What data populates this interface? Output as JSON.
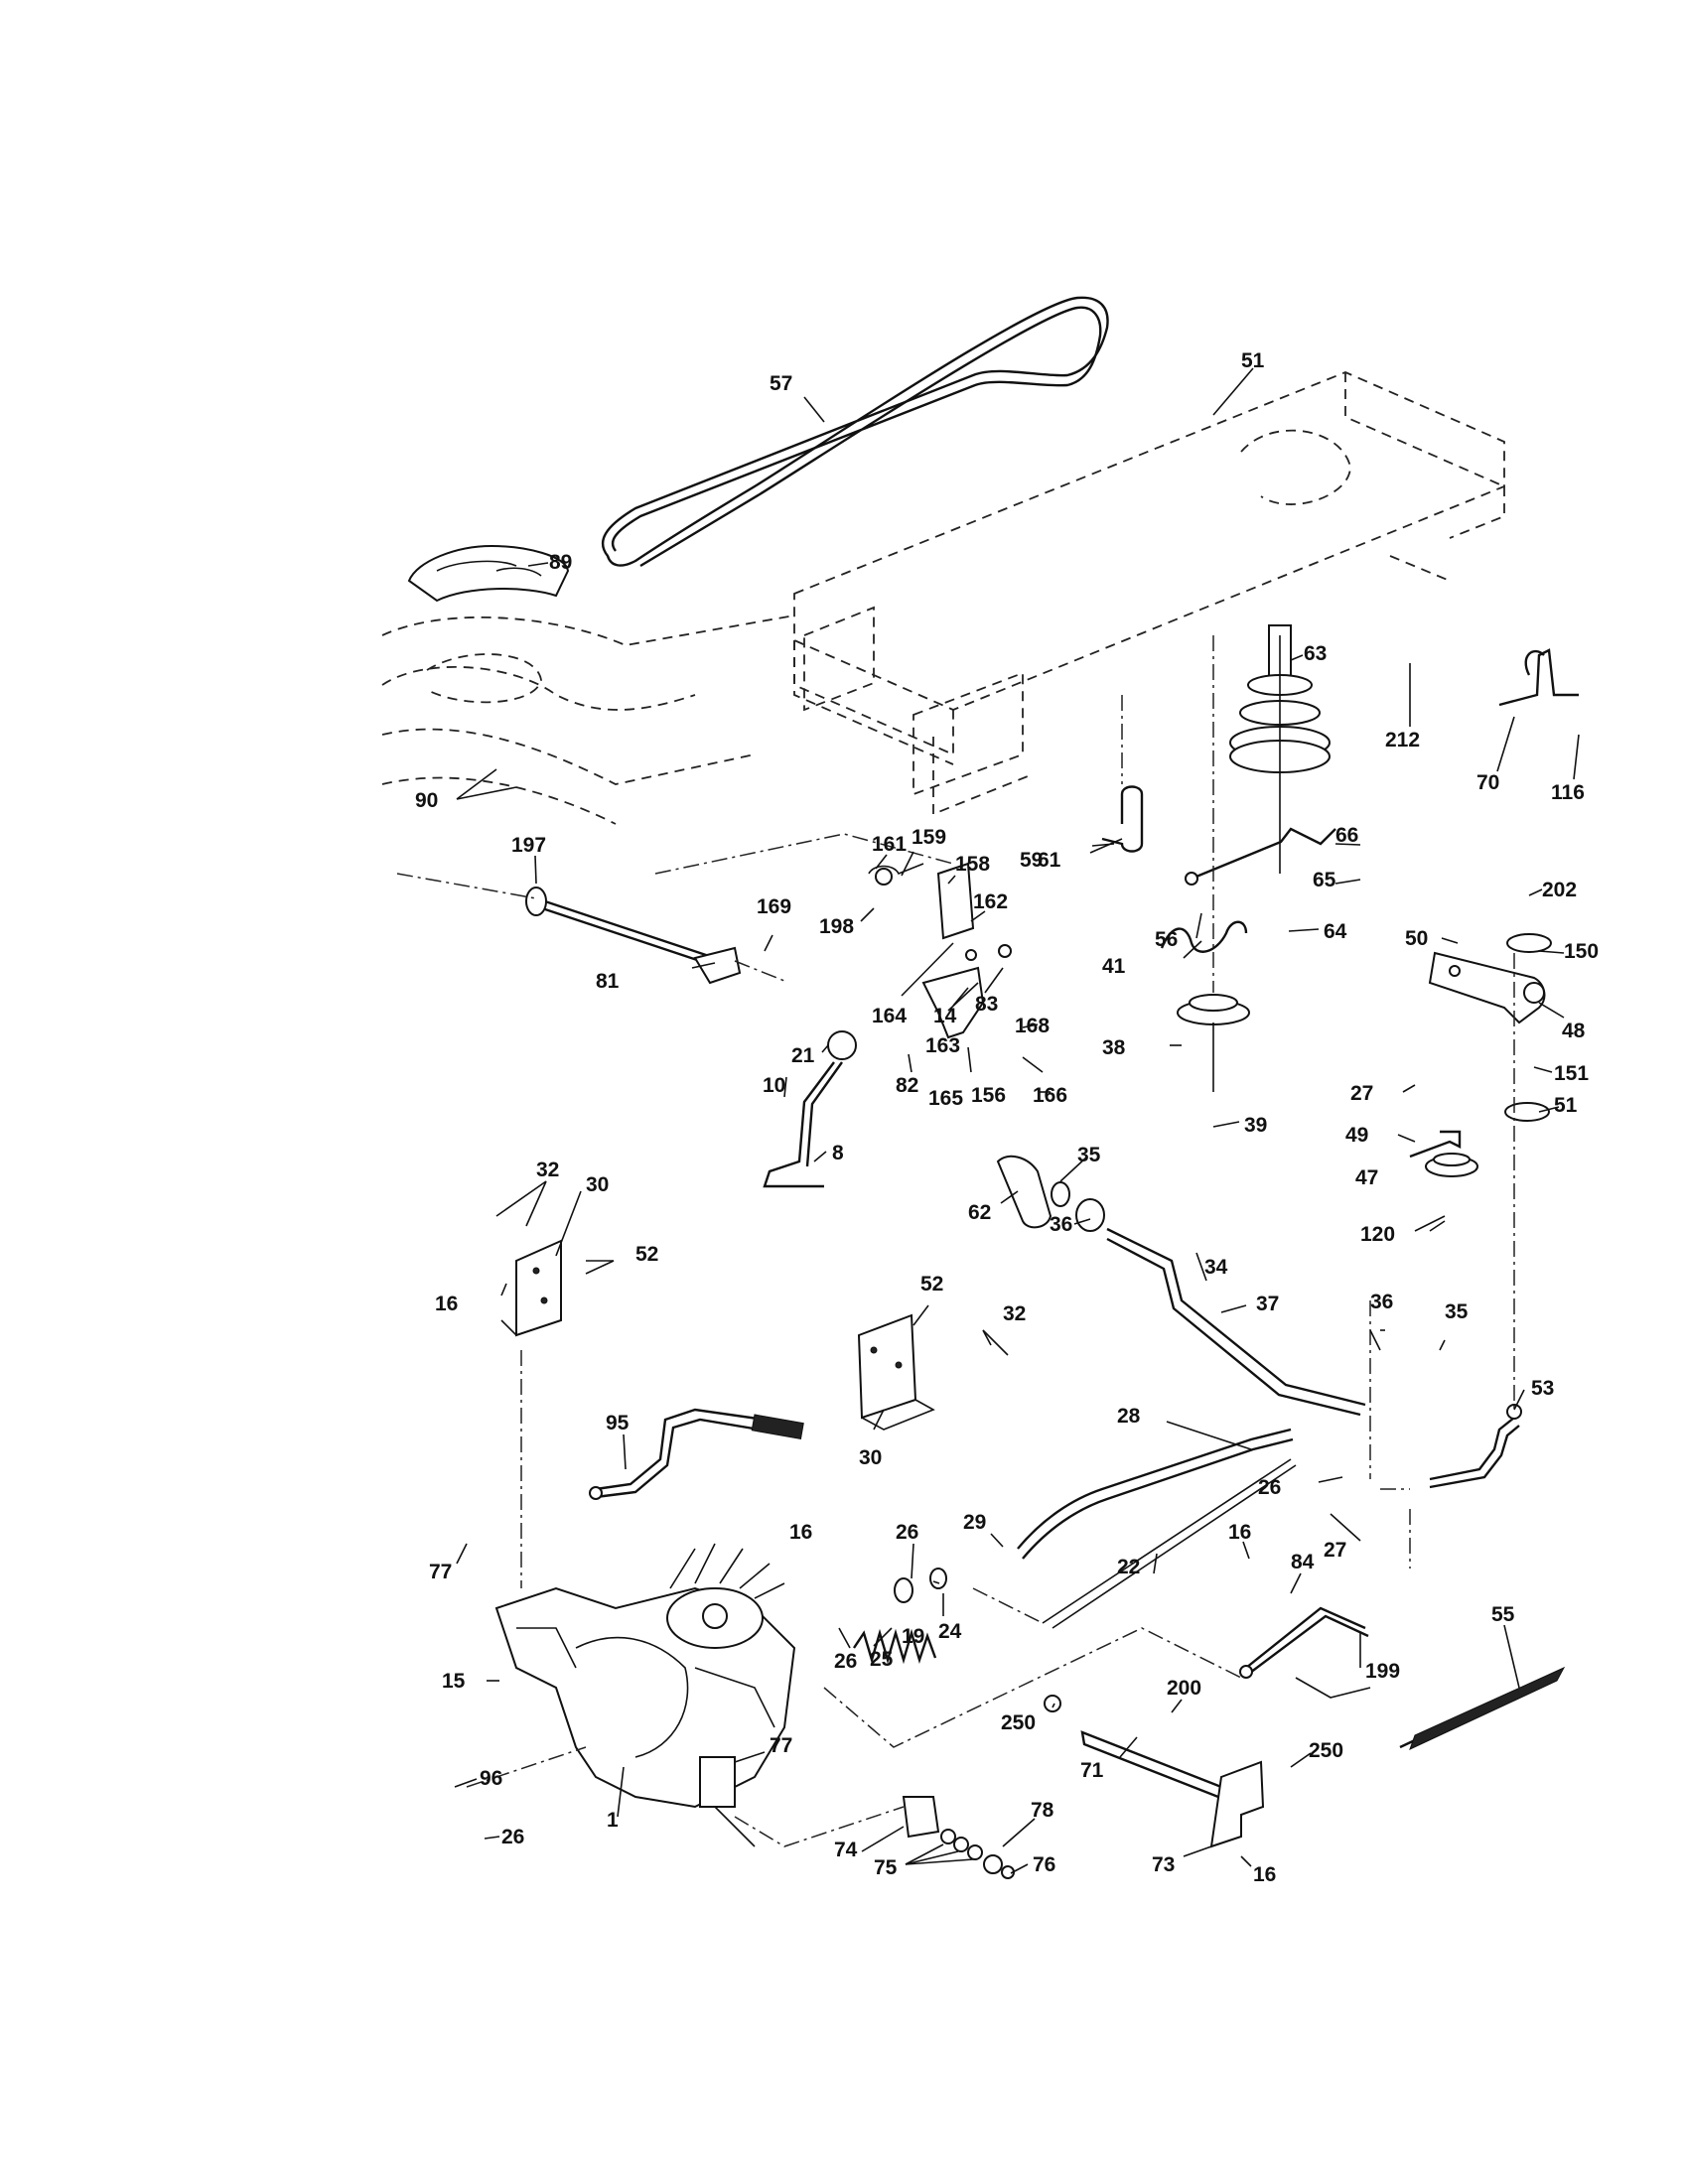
{
  "labels": [
    {
      "id": "57",
      "text": "57"
    },
    {
      "id": "51a",
      "text": "51"
    },
    {
      "id": "89",
      "text": "89"
    },
    {
      "id": "63",
      "text": "63"
    },
    {
      "id": "212",
      "text": "212"
    },
    {
      "id": "70",
      "text": "70"
    },
    {
      "id": "116",
      "text": "116"
    },
    {
      "id": "90",
      "text": "90"
    },
    {
      "id": "197",
      "text": "197"
    },
    {
      "id": "161",
      "text": "161"
    },
    {
      "id": "159",
      "text": "159"
    },
    {
      "id": "158",
      "text": "158"
    },
    {
      "id": "169",
      "text": "169"
    },
    {
      "id": "162",
      "text": "162"
    },
    {
      "id": "198",
      "text": "198"
    },
    {
      "id": "59",
      "text": "59"
    },
    {
      "id": "66",
      "text": "66"
    },
    {
      "id": "65",
      "text": "65"
    },
    {
      "id": "202",
      "text": "202"
    },
    {
      "id": "61",
      "text": "61"
    },
    {
      "id": "56",
      "text": "56"
    },
    {
      "id": "64",
      "text": "64"
    },
    {
      "id": "50",
      "text": "50"
    },
    {
      "id": "150",
      "text": "150"
    },
    {
      "id": "81",
      "text": "81"
    },
    {
      "id": "164",
      "text": "164"
    },
    {
      "id": "14",
      "text": "14"
    },
    {
      "id": "83",
      "text": "83"
    },
    {
      "id": "163",
      "text": "163"
    },
    {
      "id": "41",
      "text": "41"
    },
    {
      "id": "48",
      "text": "48"
    },
    {
      "id": "21",
      "text": "21"
    },
    {
      "id": "168",
      "text": "168"
    },
    {
      "id": "38",
      "text": "38"
    },
    {
      "id": "10",
      "text": "10"
    },
    {
      "id": "82",
      "text": "82"
    },
    {
      "id": "165",
      "text": "165"
    },
    {
      "id": "156",
      "text": "156"
    },
    {
      "id": "166",
      "text": "166"
    },
    {
      "id": "27a",
      "text": "27"
    },
    {
      "id": "151",
      "text": "151"
    },
    {
      "id": "51b",
      "text": "51"
    },
    {
      "id": "39",
      "text": "39"
    },
    {
      "id": "49",
      "text": "49"
    },
    {
      "id": "8",
      "text": "8"
    },
    {
      "id": "35a",
      "text": "35"
    },
    {
      "id": "32a",
      "text": "32"
    },
    {
      "id": "30a",
      "text": "30"
    },
    {
      "id": "62",
      "text": "62"
    },
    {
      "id": "47",
      "text": "47"
    },
    {
      "id": "36a",
      "text": "36"
    },
    {
      "id": "120",
      "text": "120"
    },
    {
      "id": "52a",
      "text": "52"
    },
    {
      "id": "34",
      "text": "34"
    },
    {
      "id": "16a",
      "text": "16"
    },
    {
      "id": "52b",
      "text": "52"
    },
    {
      "id": "37",
      "text": "37"
    },
    {
      "id": "32b",
      "text": "32"
    },
    {
      "id": "36b",
      "text": "36"
    },
    {
      "id": "35b",
      "text": "35"
    },
    {
      "id": "95",
      "text": "95"
    },
    {
      "id": "53",
      "text": "53"
    },
    {
      "id": "28",
      "text": "28"
    },
    {
      "id": "30b",
      "text": "30"
    },
    {
      "id": "26a",
      "text": "26"
    },
    {
      "id": "29",
      "text": "29"
    },
    {
      "id": "27b",
      "text": "27"
    },
    {
      "id": "16b",
      "text": "16"
    },
    {
      "id": "26b",
      "text": "26"
    },
    {
      "id": "22",
      "text": "22"
    },
    {
      "id": "16c",
      "text": "16"
    },
    {
      "id": "84",
      "text": "84"
    },
    {
      "id": "77a",
      "text": "77"
    },
    {
      "id": "19",
      "text": "19"
    },
    {
      "id": "24",
      "text": "24"
    },
    {
      "id": "26c",
      "text": "26"
    },
    {
      "id": "25",
      "text": "25"
    },
    {
      "id": "55",
      "text": "55"
    },
    {
      "id": "199",
      "text": "199"
    },
    {
      "id": "15",
      "text": "15"
    },
    {
      "id": "200",
      "text": "200"
    },
    {
      "id": "250a",
      "text": "250"
    },
    {
      "id": "77b",
      "text": "77"
    },
    {
      "id": "71",
      "text": "71"
    },
    {
      "id": "250b",
      "text": "250"
    },
    {
      "id": "96",
      "text": "96"
    },
    {
      "id": "1",
      "text": "1"
    },
    {
      "id": "26d",
      "text": "26"
    },
    {
      "id": "78",
      "text": "78"
    },
    {
      "id": "74",
      "text": "74"
    },
    {
      "id": "75",
      "text": "75"
    },
    {
      "id": "76",
      "text": "76"
    },
    {
      "id": "73",
      "text": "73"
    },
    {
      "id": "16d",
      "text": "16"
    }
  ]
}
